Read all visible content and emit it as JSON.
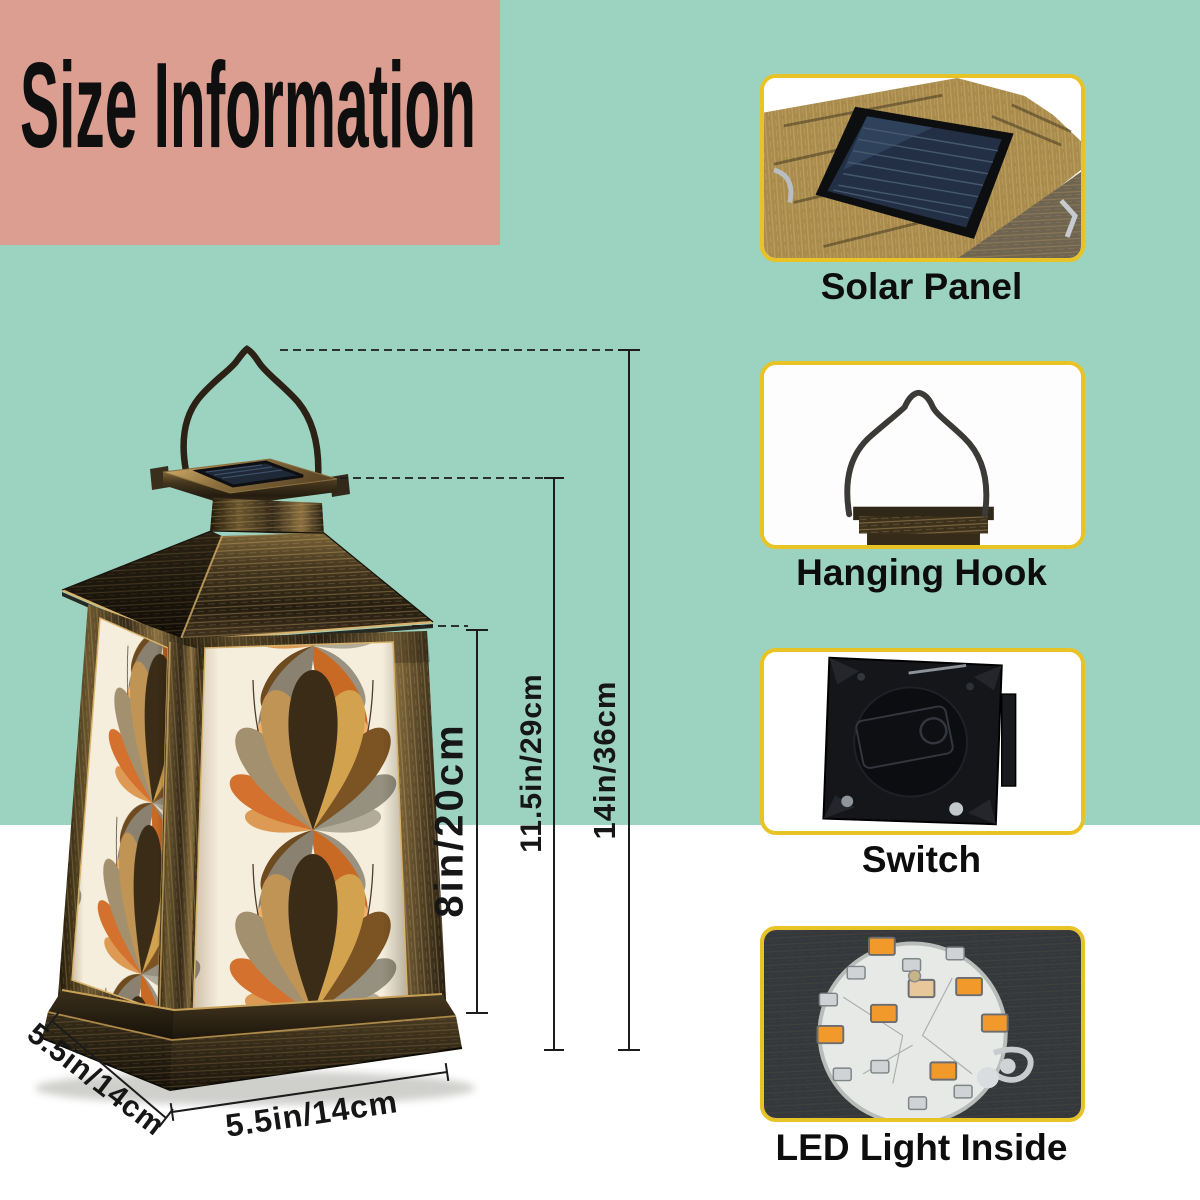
{
  "header": {
    "title": "Size Information"
  },
  "dimensions": {
    "total_height": "14in/36cm",
    "body_height": "11.5in/29cm",
    "panel_height": "8in/20cm",
    "base_depth": "5.5in/14cm",
    "base_width": "5.5in/14cm"
  },
  "features": [
    {
      "label": "Solar Panel"
    },
    {
      "label": "Hanging Hook"
    },
    {
      "label": "Switch"
    },
    {
      "label": "LED Light Inside"
    }
  ],
  "colors": {
    "wall": "#9cd2c0",
    "floor": "#ffffff",
    "header_bg": "#db9e91",
    "accent_border": "#e8c326",
    "bronze_dark": "#241c10",
    "bronze_gold": "#c9a45f",
    "panel_cream": "#f5eedd",
    "petal_orange": "#d4712e",
    "petal_brown": "#3a2c16",
    "solar_cell_blue": "#222f44",
    "led_chip_orange": "#f2992c"
  }
}
